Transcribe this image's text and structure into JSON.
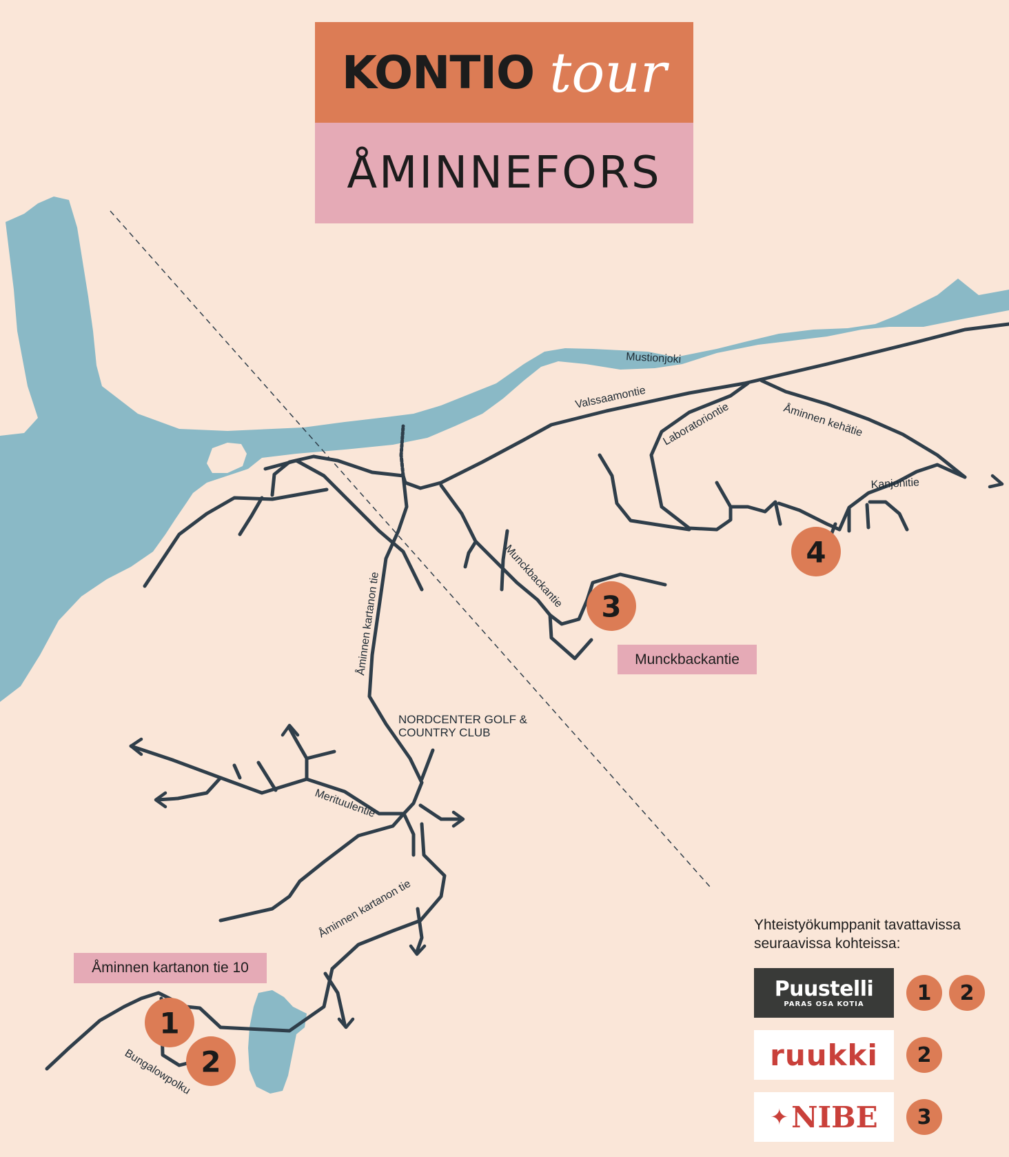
{
  "title": {
    "brand": "KONTIO",
    "script": "tour",
    "place": "ÅMINNEFORS"
  },
  "map": {
    "water_color": "#8ab9c6",
    "road_color": "#2f3e4a",
    "background_color": "#fae6d8",
    "labels": {
      "river": "Mustionjoki",
      "valssaamontie": "Valssaamontie",
      "laboratoriontie": "Laboratoriontie",
      "kehatie": "Åminnen kehätie",
      "kanjonitie": "Kanjonitie",
      "munckbackantie_road": "Munckbackantie",
      "kartanon_tie_north": "Åminnen kartanon tie",
      "kartanon_tie_south": "Åminnen kartanon tie",
      "merituulentie": "Merituulentie",
      "bungalowpolku": "Bungalowpolku",
      "golf": "NORDCENTER GOLF & COUNTRY CLUB"
    },
    "highlight_labels": {
      "munckbackantie": "Munckbackantie",
      "aminnen_kartanon_tie_10": "Åminnen kartanon tie 10"
    },
    "markers": [
      "1",
      "2",
      "3",
      "4"
    ]
  },
  "partners": {
    "title": "Yhteistyökumppanit tavattavissa seuraavissa kohteissa:",
    "items": [
      {
        "name": "Puustelli",
        "tagline": "PARAS OSA KOTIA",
        "locations": [
          "1",
          "2"
        ]
      },
      {
        "name": "ruukki",
        "locations": [
          "2"
        ]
      },
      {
        "name": "NIBE",
        "locations": [
          "3"
        ]
      }
    ]
  },
  "colors": {
    "accent_orange": "#dc7c55",
    "accent_pink": "#e5aab6",
    "partner_red": "#c9403a"
  }
}
